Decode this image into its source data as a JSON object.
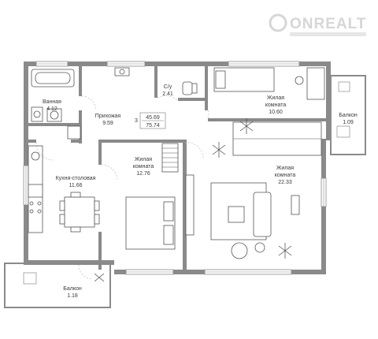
{
  "watermark": {
    "text": "ONREALT",
    "icon": "logo-circle-icon"
  },
  "apartment": {
    "rooms_count": "3",
    "living_area": "45.69",
    "total_area": "75.74"
  },
  "rooms": {
    "bathroom": {
      "name": "Ванная",
      "area": "4.12"
    },
    "wc": {
      "name": "С/у",
      "area": "2.41"
    },
    "hallway": {
      "name": "Прихожая",
      "area": "9.59"
    },
    "living_1": {
      "name_line1": "Жилая",
      "name_line2": "комната",
      "area": "10.60"
    },
    "balcony_right": {
      "name": "Балкон",
      "area": "1.09"
    },
    "kitchen": {
      "name": "Кухня-столовая",
      "area": "11.66"
    },
    "living_2": {
      "name_line1": "Жилая",
      "name_line2": "комната",
      "area": "12.76"
    },
    "living_3": {
      "name_line1": "Жилая",
      "name_line2": "комната",
      "area": "22.33"
    },
    "balcony_left": {
      "name": "Балкон",
      "area": "1.18"
    }
  },
  "colors": {
    "wall": "#8a8a8a",
    "line": "#9a9a9a",
    "text": "#3a3a3a"
  }
}
